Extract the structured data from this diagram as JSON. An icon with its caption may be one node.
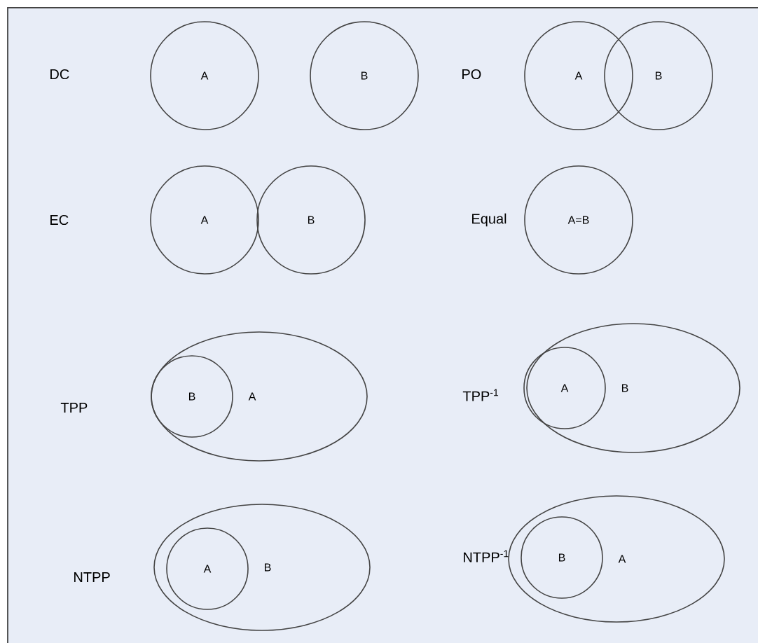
{
  "diagram": {
    "nodes": [
      {
        "text": [
          "A"
        ]
      },
      {
        "text": [
          "B"
        ]
      },
      {
        "text": [
          "A"
        ]
      },
      {
        "text": [
          "B"
        ]
      },
      {
        "text": [
          "A"
        ]
      },
      {
        "text": [
          "B"
        ]
      },
      {
        "text": [
          "A=B"
        ]
      },
      {
        "text": [
          "A"
        ]
      },
      {
        "text": [
          "B"
        ],
        "in": 7
      },
      {
        "text": [
          "B"
        ]
      },
      {
        "text": [
          "A"
        ],
        "in": 9
      },
      {
        "text": [
          "B"
        ]
      },
      {
        "text": [
          "A"
        ],
        "in": 11
      },
      {
        "text": [
          "A"
        ]
      },
      {
        "text": [
          "B"
        ],
        "in": 13
      }
    ],
    "labels": [
      "DC",
      "PO",
      "EC",
      "Equal",
      "TPP",
      "TPP$^{-1}$",
      "NTPP",
      "NTPP$^{-1}$"
    ]
  }
}
